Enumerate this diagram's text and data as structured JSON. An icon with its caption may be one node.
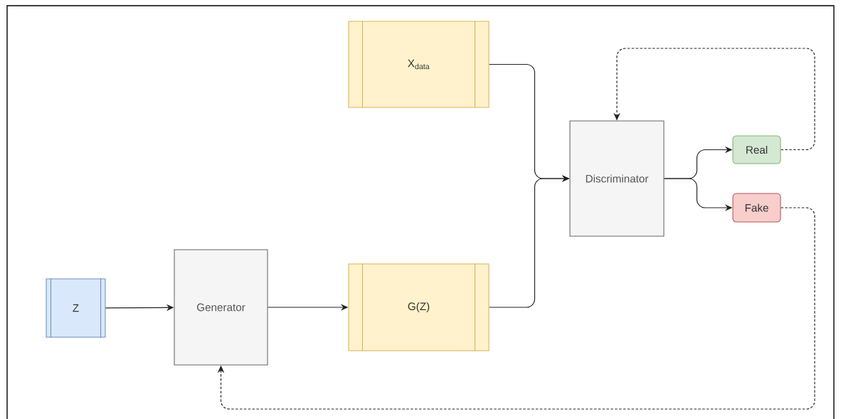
{
  "diagram": {
    "nodes": [
      {
        "text": [
          "X$_{data}$"
        ]
      },
      {
        "text": [
          "Discriminator"
        ]
      },
      {
        "text": [
          "Real"
        ]
      },
      {
        "text": [
          "Fake"
        ]
      },
      {
        "text": [
          "Z"
        ]
      },
      {
        "text": [
          "Generator"
        ]
      },
      {
        "text": [
          "G(Z)"
        ]
      }
    ],
    "edges": [
      {
        "from": 0,
        "to": 1,
        "arrow": "to"
      },
      {
        "from": 6,
        "to": 1,
        "arrow": "to"
      },
      {
        "from": 1,
        "to": 2,
        "arrow": "to"
      },
      {
        "from": 1,
        "to": 3,
        "arrow": "to"
      },
      {
        "from": 2,
        "to": 1,
        "arrow": "to",
        "style": "dashed"
      },
      {
        "from": 3,
        "to": 5,
        "arrow": "to",
        "style": "dashed"
      },
      {
        "from": 4,
        "to": 5,
        "arrow": "to"
      },
      {
        "from": 5,
        "to": 6,
        "arrow": "to"
      }
    ]
  }
}
